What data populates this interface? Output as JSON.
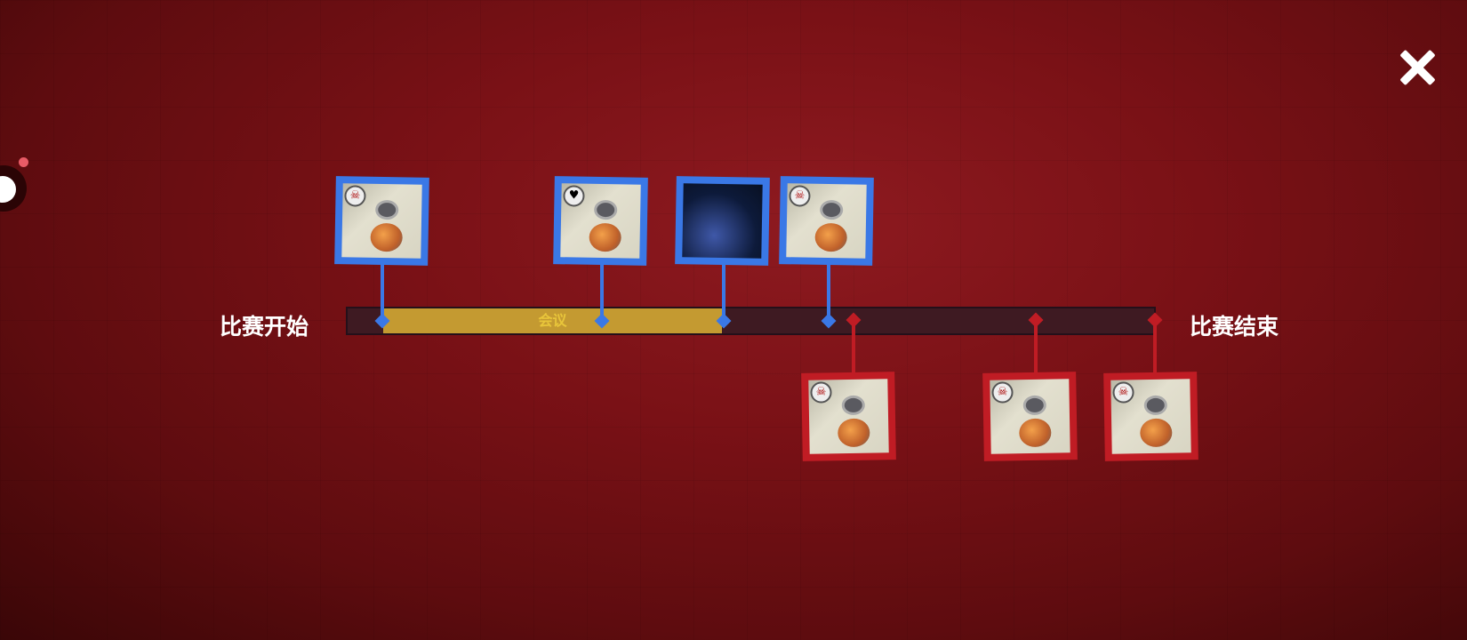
{
  "labels": {
    "start": "比赛开始",
    "end": "比赛结束",
    "meeting": "会议"
  },
  "colors": {
    "blue_team": "#3a78e6",
    "red_team": "#c01c24",
    "meeting": "#c49a31"
  },
  "events_top": [
    {
      "type": "kill",
      "icon": "skull-icon"
    },
    {
      "type": "report",
      "icon": "report-badge-icon"
    },
    {
      "type": "ejected",
      "icon": "space-ejection-icon"
    },
    {
      "type": "kill",
      "icon": "skull-icon"
    }
  ],
  "events_bottom": [
    {
      "type": "kill",
      "icon": "skull-icon"
    },
    {
      "type": "kill",
      "icon": "skull-icon"
    },
    {
      "type": "kill",
      "icon": "skull-icon"
    }
  ]
}
